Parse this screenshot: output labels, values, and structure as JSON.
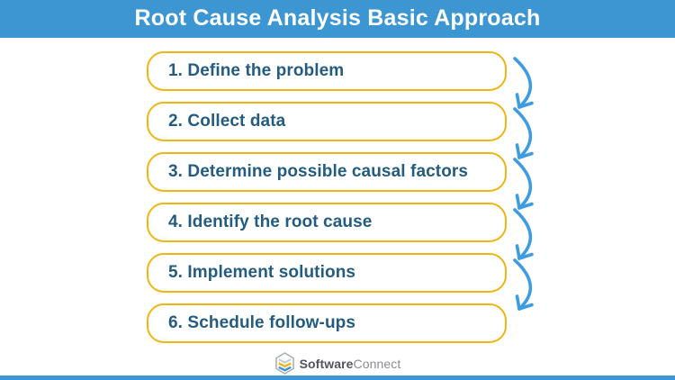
{
  "header": {
    "title": "Root Cause Analysis Basic Approach"
  },
  "steps": [
    {
      "label": "1. Define the problem"
    },
    {
      "label": "2. Collect data"
    },
    {
      "label": "3. Determine possible causal factors"
    },
    {
      "label": "4. Identify the root cause"
    },
    {
      "label": "5. Implement solutions"
    },
    {
      "label": "6. Schedule follow-ups"
    }
  ],
  "footer": {
    "logo_bold": "Software",
    "logo_light": "Connect"
  },
  "icons": {
    "flow_arrows": "curved-down-arrow-icon",
    "logo": "layered-hexagon-logo-icon"
  },
  "colors": {
    "header_blue": "#3b96d2",
    "box_border_gold": "#efb512",
    "step_text_navy": "#235c80",
    "arrow_blue": "#3f9ce0",
    "logo_bold_gray": "#54545c",
    "logo_light_gray": "#8b8b91"
  }
}
